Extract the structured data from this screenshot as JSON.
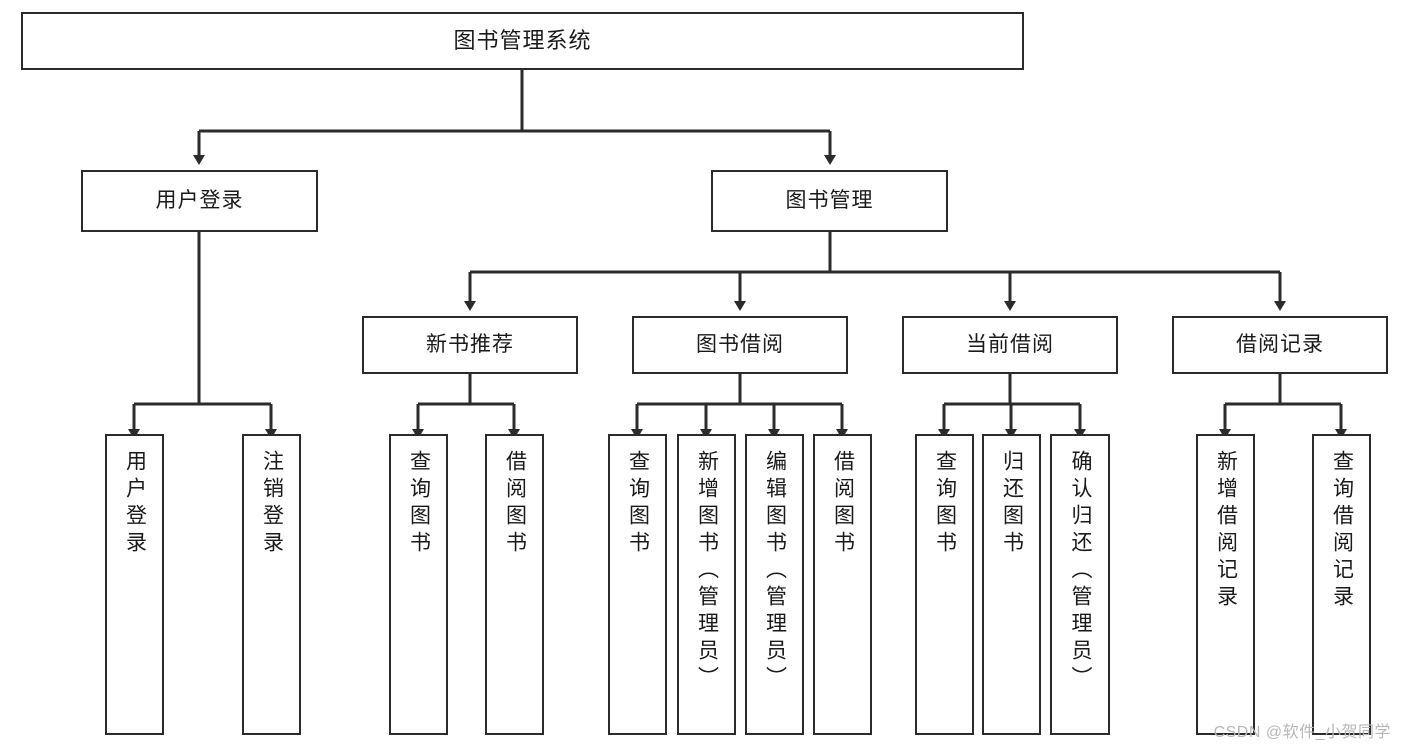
{
  "diagram": {
    "title": "图书管理系统",
    "type": "tree-hierarchy-diagram",
    "background_color": "#ffffff",
    "box_border_color": "#2b2b2b",
    "edge_color": "#2b2b2b",
    "watermark": "CSDN @软件_小贺同学"
  },
  "nodes": {
    "root": {
      "label": "图书管理系统"
    },
    "level2": [
      {
        "id": "user-login",
        "label": "用户登录"
      },
      {
        "id": "book-manage",
        "label": "图书管理"
      }
    ],
    "level3": [
      {
        "id": "new-book-recommend",
        "label": "新书推荐"
      },
      {
        "id": "book-borrow",
        "label": "图书借阅"
      },
      {
        "id": "current-borrow",
        "label": "当前借阅"
      },
      {
        "id": "borrow-record",
        "label": "借阅记录"
      }
    ],
    "leaves": {
      "user_login": [
        {
          "id": "leaf-user-login",
          "label": "用户登录"
        },
        {
          "id": "leaf-logout-login",
          "label": "注销登录"
        }
      ],
      "new_book_recommend": [
        {
          "id": "leaf-query-book-1",
          "label": "查询图书"
        },
        {
          "id": "leaf-borrow-book-1",
          "label": "借阅图书"
        }
      ],
      "book_borrow": [
        {
          "id": "leaf-query-book-2",
          "label": "查询图书"
        },
        {
          "id": "leaf-add-book",
          "label": "新增图书（管理员）"
        },
        {
          "id": "leaf-edit-book",
          "label": "编辑图书（管理员）"
        },
        {
          "id": "leaf-borrow-book-2",
          "label": "借阅图书"
        }
      ],
      "current_borrow": [
        {
          "id": "leaf-query-book-3",
          "label": "查询图书"
        },
        {
          "id": "leaf-return-book",
          "label": "归还图书"
        },
        {
          "id": "leaf-confirm-return",
          "label": "确认归还（管理员）"
        }
      ],
      "borrow_record": [
        {
          "id": "leaf-add-record",
          "label": "新增借阅记录"
        },
        {
          "id": "leaf-query-record",
          "label": "查询借阅记录"
        }
      ]
    }
  }
}
